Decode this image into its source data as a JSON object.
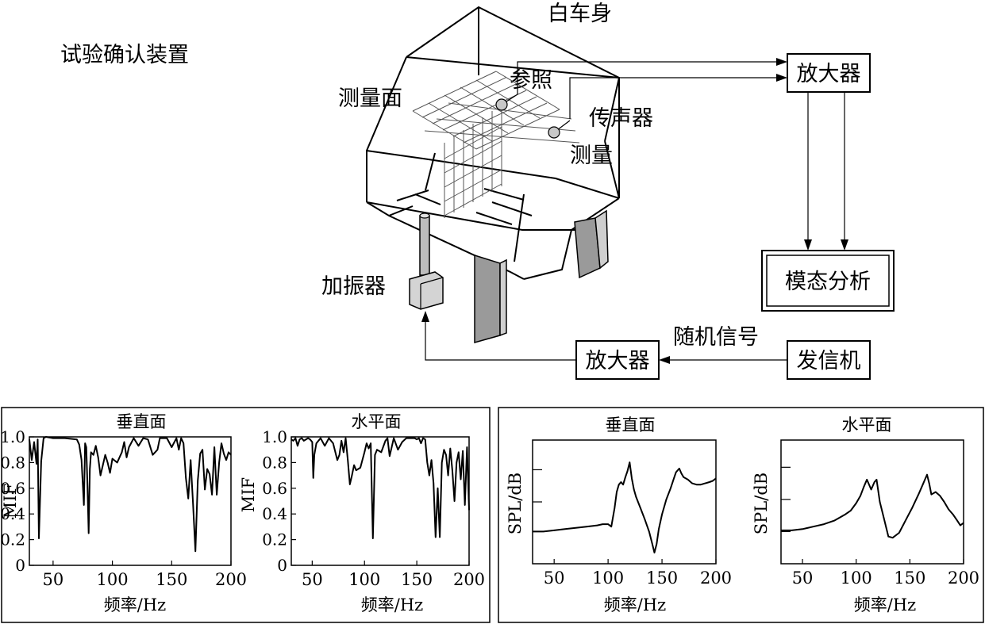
{
  "diagram": {
    "title": "试验确认装置",
    "body_label": "白车身",
    "measure_surface_label": "测量面",
    "reference_label": "参照",
    "microphone_label": "传声器",
    "measure_label": "测量",
    "shaker_label": "加振器",
    "amplifier_top_label": "放大器",
    "modal_analysis_label": "模态分析",
    "random_signal_label": "随机信号",
    "amplifier_bottom_label": "放大器",
    "generator_label": "发信机"
  },
  "chart_data": [
    {
      "type": "line",
      "title": "垂直面",
      "xlabel": "频率/Hz",
      "ylabel": "MIF",
      "xlim": [
        30,
        200
      ],
      "ylim": [
        0,
        1.0
      ],
      "x_ticks": [
        50,
        100,
        150,
        200
      ],
      "y_ticks": [
        "0",
        "0.2",
        "0.4",
        "0.6",
        "0.8",
        "1.0"
      ],
      "series": [
        {
          "x": [
            30,
            32,
            34,
            36,
            37,
            38,
            40,
            42,
            44,
            50,
            60,
            70,
            72,
            74,
            76,
            77,
            78,
            79,
            80,
            81,
            82,
            84,
            86,
            88,
            90,
            92,
            94,
            96,
            98,
            100,
            104,
            108,
            110,
            112,
            114,
            118,
            122,
            126,
            130,
            134,
            138,
            140,
            142,
            146,
            150,
            154,
            156,
            158,
            160,
            162,
            164,
            166,
            168,
            170,
            172,
            174,
            176,
            178,
            180,
            182,
            184,
            186,
            188,
            190,
            192,
            194,
            196,
            198,
            200
          ],
          "values": [
            0.98,
            0.82,
            0.96,
            0.79,
            0.98,
            0.21,
            0.81,
            0.99,
            1.0,
            0.99,
            0.99,
            0.98,
            0.94,
            0.82,
            0.47,
            0.95,
            0.92,
            0.62,
            0.25,
            0.75,
            0.88,
            0.86,
            0.93,
            0.84,
            0.7,
            0.78,
            0.86,
            0.8,
            0.72,
            0.83,
            0.8,
            0.88,
            0.96,
            0.84,
            0.92,
            0.99,
            0.93,
            0.99,
            0.98,
            0.86,
            0.9,
            0.99,
            0.99,
            0.99,
            0.92,
            0.99,
            0.9,
            0.99,
            0.95,
            0.68,
            0.52,
            0.82,
            0.48,
            0.11,
            0.66,
            0.87,
            0.9,
            0.59,
            0.75,
            0.71,
            0.55,
            0.92,
            0.55,
            0.8,
            0.95,
            0.87,
            0.82,
            0.88,
            0.86
          ]
        }
      ]
    },
    {
      "type": "line",
      "title": "水平面",
      "xlabel": "频率/Hz",
      "ylabel": "MIF",
      "xlim": [
        30,
        200
      ],
      "ylim": [
        0,
        1.0
      ],
      "x_ticks": [
        50,
        100,
        150,
        200
      ],
      "y_ticks": [
        "0",
        "0.2",
        "0.4",
        "0.6",
        "0.8",
        "1.0"
      ],
      "series": [
        {
          "x": [
            30,
            32,
            34,
            36,
            38,
            40,
            42,
            46,
            48,
            50,
            51,
            52,
            54,
            58,
            62,
            66,
            70,
            74,
            76,
            78,
            80,
            82,
            84,
            86,
            88,
            90,
            92,
            96,
            100,
            102,
            104,
            106,
            108,
            110,
            112,
            116,
            120,
            122,
            124,
            128,
            132,
            136,
            140,
            144,
            148,
            150,
            152,
            154,
            156,
            158,
            160,
            162,
            164,
            166,
            168,
            170,
            172,
            174,
            176,
            178,
            180,
            182,
            184,
            186,
            188,
            190,
            192,
            194,
            196,
            198,
            200
          ],
          "values": [
            0.98,
            0.97,
            0.99,
            0.93,
            0.98,
            0.99,
            0.97,
            0.99,
            0.98,
            0.96,
            0.68,
            0.86,
            0.95,
            0.99,
            0.93,
            0.99,
            0.95,
            0.82,
            0.86,
            0.97,
            0.88,
            0.99,
            0.82,
            0.63,
            0.7,
            0.78,
            0.74,
            0.76,
            0.88,
            0.95,
            0.91,
            0.95,
            0.21,
            0.86,
            0.9,
            0.88,
            0.97,
            0.99,
            0.85,
            0.99,
            0.9,
            0.96,
            0.99,
            0.99,
            0.99,
            0.98,
            0.99,
            0.95,
            0.99,
            0.98,
            0.8,
            0.7,
            0.82,
            0.64,
            0.22,
            0.6,
            0.22,
            0.8,
            0.9,
            0.86,
            0.7,
            0.91,
            0.74,
            0.5,
            0.8,
            0.88,
            0.67,
            0.89,
            0.47,
            0.92,
            0.43
          ]
        }
      ]
    },
    {
      "type": "line",
      "title": "垂直面",
      "xlabel": "频率/Hz",
      "ylabel": "SPL/dB",
      "xlim": [
        30,
        200
      ],
      "ylim": [
        0,
        1.0
      ],
      "x_ticks": [
        50,
        100,
        150,
        200
      ],
      "series": [
        {
          "x": [
            30,
            40,
            50,
            60,
            70,
            80,
            90,
            95,
            100,
            103,
            106,
            108,
            110,
            112,
            114,
            116,
            118,
            120,
            122,
            124,
            126,
            130,
            134,
            138,
            141,
            143,
            145,
            147,
            150,
            154,
            158,
            161,
            163,
            166,
            168,
            170,
            174,
            178,
            182,
            186,
            190,
            194,
            197,
            200
          ],
          "values": [
            0.26,
            0.26,
            0.27,
            0.28,
            0.29,
            0.3,
            0.31,
            0.32,
            0.32,
            0.3,
            0.45,
            0.58,
            0.64,
            0.66,
            0.64,
            0.7,
            0.75,
            0.82,
            0.69,
            0.6,
            0.54,
            0.45,
            0.36,
            0.26,
            0.16,
            0.09,
            0.16,
            0.28,
            0.4,
            0.52,
            0.61,
            0.69,
            0.74,
            0.77,
            0.73,
            0.7,
            0.68,
            0.65,
            0.64,
            0.64,
            0.65,
            0.66,
            0.67,
            0.69
          ]
        }
      ]
    },
    {
      "type": "line",
      "title": "水平面",
      "xlabel": "频率/Hz",
      "ylabel": "SPL/dB",
      "xlim": [
        30,
        200
      ],
      "ylim": [
        0,
        1.0
      ],
      "x_ticks": [
        50,
        100,
        150,
        200
      ],
      "series": [
        {
          "x": [
            30,
            40,
            50,
            60,
            70,
            80,
            90,
            95,
            100,
            104,
            107,
            110,
            114,
            117,
            119,
            122,
            126,
            130,
            134,
            140,
            146,
            152,
            158,
            162,
            164,
            166,
            168,
            170,
            174,
            178,
            182,
            186,
            190,
            194,
            197,
            200
          ],
          "values": [
            0.27,
            0.27,
            0.28,
            0.3,
            0.32,
            0.35,
            0.4,
            0.43,
            0.49,
            0.55,
            0.62,
            0.68,
            0.6,
            0.66,
            0.68,
            0.5,
            0.36,
            0.22,
            0.21,
            0.25,
            0.35,
            0.45,
            0.56,
            0.64,
            0.68,
            0.72,
            0.65,
            0.56,
            0.58,
            0.55,
            0.5,
            0.44,
            0.4,
            0.35,
            0.31,
            0.33
          ]
        }
      ]
    }
  ]
}
